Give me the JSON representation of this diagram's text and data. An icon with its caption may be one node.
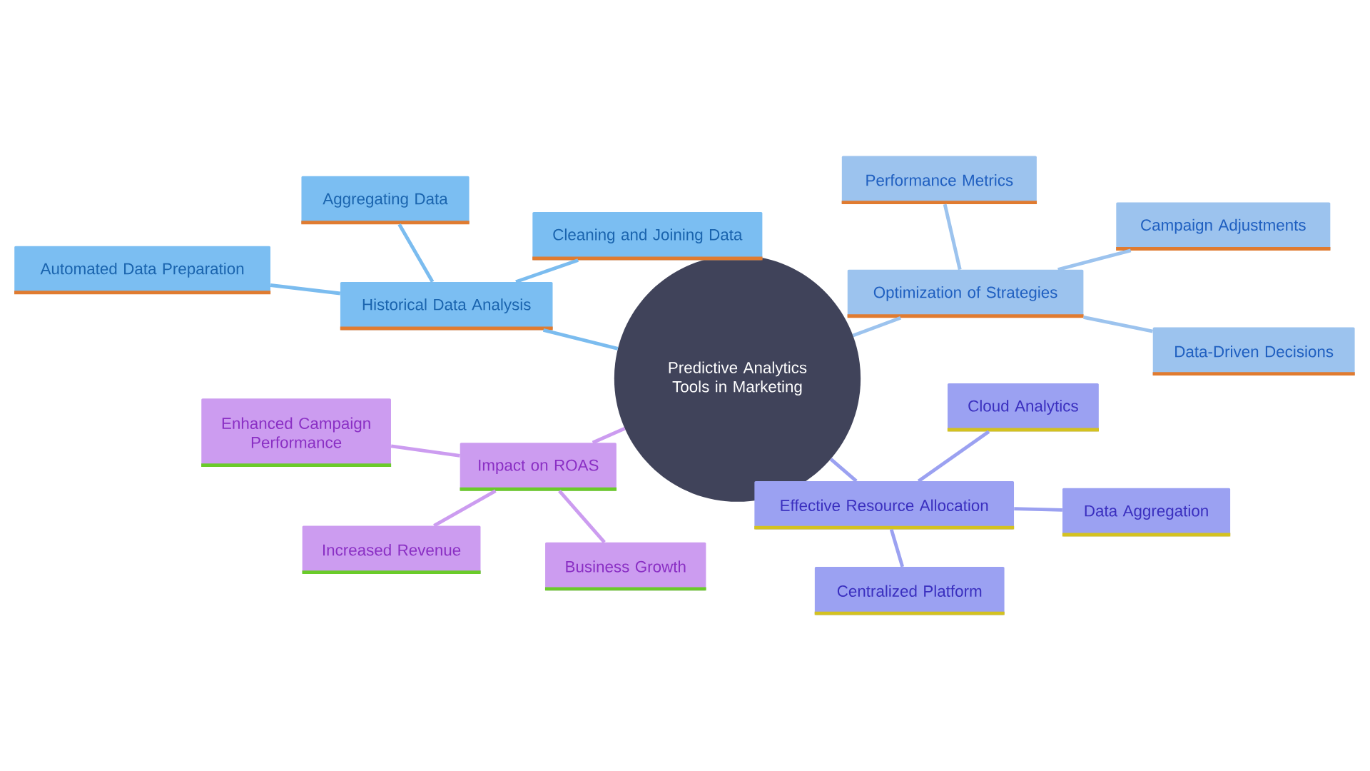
{
  "diagram": {
    "nodes": [
      {
        "text": [
          "Predictive Analytics Tools in Marketing"
        ]
      },
      {
        "text": [
          "Historical Data Analysis"
        ]
      },
      {
        "text": [
          "Automated Data Preparation"
        ]
      },
      {
        "text": [
          "Aggregating Data"
        ]
      },
      {
        "text": [
          "Cleaning and Joining Data"
        ]
      },
      {
        "text": [
          "Optimization of Strategies"
        ]
      },
      {
        "text": [
          "Performance Metrics"
        ]
      },
      {
        "text": [
          "Campaign Adjustments"
        ]
      },
      {
        "text": [
          "Data-Driven Decisions"
        ]
      },
      {
        "text": [
          "Effective Resource Allocation"
        ]
      },
      {
        "text": [
          "Cloud Analytics"
        ]
      },
      {
        "text": [
          "Data Aggregation"
        ]
      },
      {
        "text": [
          "Centralized Platform"
        ]
      },
      {
        "text": [
          "Impact on ROAS"
        ]
      },
      {
        "text": [
          "Enhanced Campaign Performance"
        ]
      },
      {
        "text": [
          "Increased Revenue"
        ]
      },
      {
        "text": [
          "Business Growth"
        ]
      }
    ],
    "edges": [
      {
        "from": 0,
        "to": 1,
        "arrow": "none",
        "color": "#7bbcef"
      },
      {
        "from": 1,
        "to": 2,
        "arrow": "none",
        "color": "#7bbcef"
      },
      {
        "from": 1,
        "to": 3,
        "arrow": "none",
        "color": "#7bbcef"
      },
      {
        "from": 1,
        "to": 4,
        "arrow": "none",
        "color": "#7bbcef"
      },
      {
        "from": 0,
        "to": 5,
        "arrow": "none",
        "color": "#9cc3ee"
      },
      {
        "from": 5,
        "to": 6,
        "arrow": "none",
        "color": "#9cc3ee"
      },
      {
        "from": 5,
        "to": 7,
        "arrow": "none",
        "color": "#9cc3ee"
      },
      {
        "from": 5,
        "to": 8,
        "arrow": "none",
        "color": "#9cc3ee"
      },
      {
        "from": 0,
        "to": 9,
        "arrow": "none",
        "color": "#9ba1f1"
      },
      {
        "from": 9,
        "to": 10,
        "arrow": "none",
        "color": "#9ba1f1"
      },
      {
        "from": 9,
        "to": 11,
        "arrow": "none",
        "color": "#9ba1f1"
      },
      {
        "from": 9,
        "to": 12,
        "arrow": "none",
        "color": "#9ba1f1"
      },
      {
        "from": 0,
        "to": 13,
        "arrow": "none",
        "color": "#cc9cf0"
      },
      {
        "from": 13,
        "to": 14,
        "arrow": "none",
        "color": "#cc9cf0"
      },
      {
        "from": 13,
        "to": 15,
        "arrow": "none",
        "color": "#cc9cf0"
      },
      {
        "from": 13,
        "to": 16,
        "arrow": "none",
        "color": "#cc9cf0"
      }
    ]
  }
}
